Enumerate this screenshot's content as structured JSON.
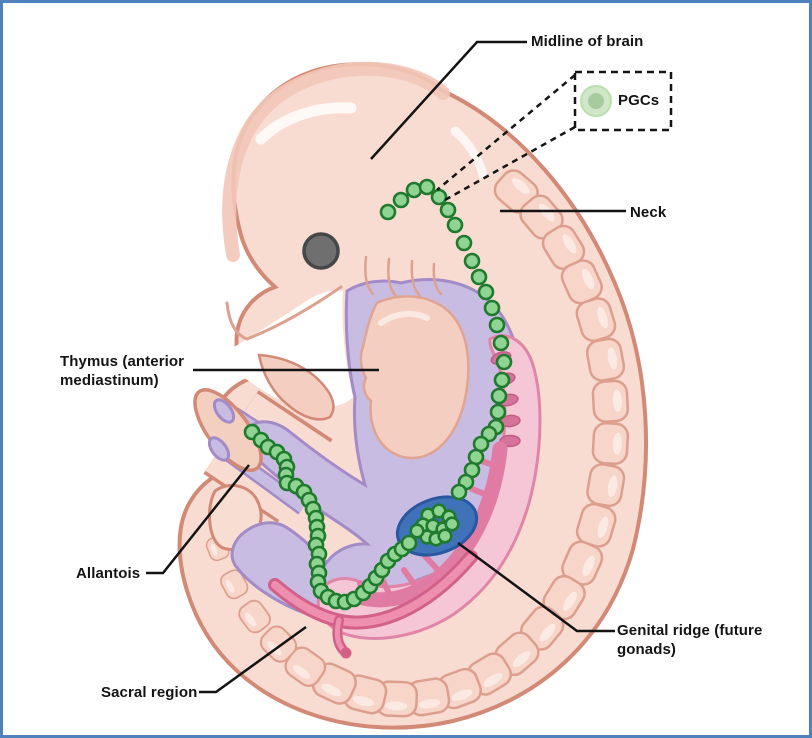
{
  "labels": {
    "midline_of_brain": "Midline of brain",
    "pgcs": "PGCs",
    "neck": "Neck",
    "thymus": {
      "line1": "Thymus (anterior",
      "line2": "mediastinum)"
    },
    "allantois": "Allantois",
    "genital_ridge": {
      "line1": "Genital ridge (future",
      "line2": "gonads)"
    },
    "sacral_region": "Sacral region"
  },
  "colors": {
    "frame": "#4f81bd",
    "label_color": "#141414",
    "line_color": "#141414",
    "body_fill": "#f8dcd2",
    "body_outline": "#d28a76",
    "body_shade": "#f2c7b8",
    "jaw_line": "#dca28f",
    "somite_fill": "#f7d5c9",
    "somite_outline": "#dd9f8d",
    "purple_fill": "#c9bce2",
    "purple_outline": "#a28bc7",
    "heart_fill": "#f4cfc1",
    "heart_outline": "#e0a493",
    "stalk_cap": "#f3cfc0",
    "teardrop_fill": "#f7ddd2",
    "pink_band": "#f4c6d6",
    "pink_band_outline": "#e185a8",
    "pink_dark": "#e07ca4",
    "pink_oval": "#d6739a",
    "pink_oval_edge": "#c25c85",
    "vessel_dark": "#d26088",
    "vessel_light": "#ee8fb0",
    "ridge_fill": "#3f72b8",
    "ridge_outline": "#2b57a0",
    "pgc_fill": "#8fd492",
    "pgc_outline": "#1f7a2e",
    "legend_cell_outer": "#cfe7c5",
    "legend_cell_edge": "#badfae",
    "legend_cell_inner": "#a8c99d",
    "eye_fill": "#6f6f6f",
    "eye_outline": "#474747"
  }
}
